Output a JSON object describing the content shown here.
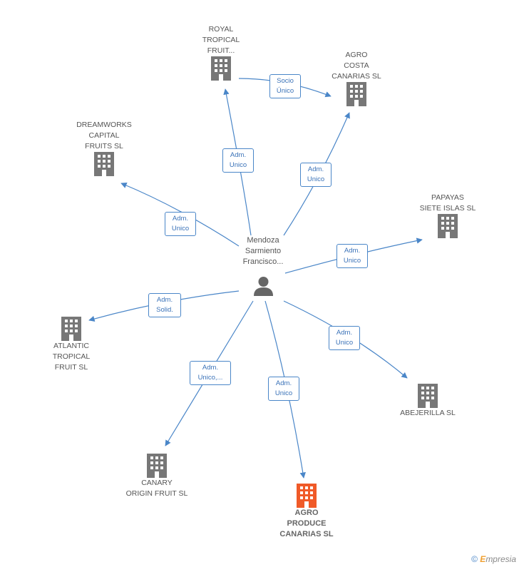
{
  "center": {
    "label": "Mendoza\nSarmiento\nFrancisco..."
  },
  "nodes": {
    "royal": "ROYAL\nTROPICAL\nFRUIT...",
    "agro_costa": "AGRO\nCOSTA\nCANARIAS  SL",
    "dreamworks": "DREAMWORKS\nCAPITAL\nFRUITS SL",
    "papayas": "PAPAYAS\nSIETE ISLAS SL",
    "atlantic": "ATLANTIC\nTROPICAL\nFRUIT SL",
    "abejerilla": "ABEJERILLA SL",
    "canary": "CANARY\nORIGIN FRUIT  SL",
    "agro_produce": "AGRO\nPRODUCE\nCANARIAS SL"
  },
  "edges": {
    "socio": "Socio\nÚnico",
    "royal": "Adm.\nUnico",
    "agro_costa": "Adm.\nUnico",
    "dreamworks": "Adm.\nUnico",
    "papayas": "Adm.\nUnico",
    "atlantic": "Adm.\nSolid.",
    "abejerilla": "Adm.\nUnico",
    "canary": "Adm.\nUnico,...",
    "agro_produce": "Adm.\nUnico"
  },
  "colors": {
    "building": "#777777",
    "focus_building": "#f05a28",
    "edge": "#4a86c8"
  },
  "watermark": {
    "copyright": "©",
    "brand_first": "E",
    "brand_rest": "mpresia"
  }
}
